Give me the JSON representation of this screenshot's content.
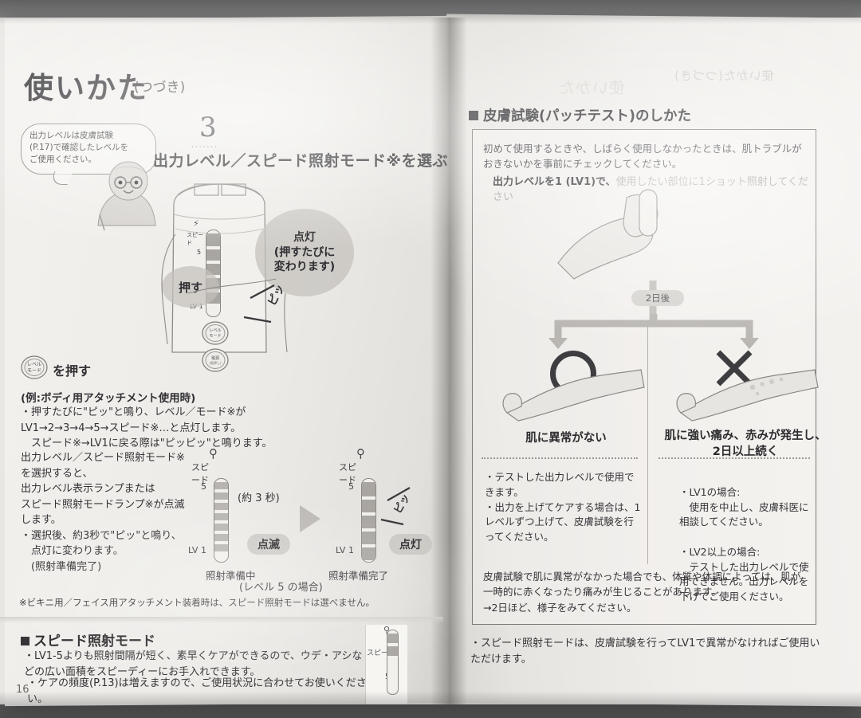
{
  "left_page": {
    "title": "使いかた",
    "title_sub": "(つづき)",
    "speech_bubble": "出力レベルは皮膚試験\n(P.17)で確認したレベルを\nご使用ください。",
    "step_number": "3",
    "step_heading": "出力レベル／スピード照射モード※を選ぶ",
    "callouts": {
      "push": "押す",
      "lights_up": "点灯\n(押すたびに\n変わります)",
      "beep": "ピッ"
    },
    "button_label": "レベル\nモード",
    "push_label": "を押す",
    "example_heading": "(例:ボディ用アタッチメント使用時)",
    "bullet_1": "・押すたびに\"ピッ\"と鳴り、レベル／モード※が LV1→2→3→4→5→スピード※…と点灯します。\n　スピード※→LV1に戻る際は\"ピッピッ\"と鳴ります。",
    "paragraph_2": "出力レベル／スピード照射モード※\nを選択すると、\n出力レベル表示ランプまたは\nスピード照射モードランプ※が点滅\nします。\n・選択後、約3秒で\"ピッ\"と鳴り、\n　点灯に変わります。\n　(照射準備完了)",
    "lamp_left": {
      "speed_label": "スピード",
      "top_label": "5",
      "bottom_label": "LV 1",
      "state": "点滅",
      "caption": "照射準備中"
    },
    "lamp_right": {
      "speed_label": "スピード",
      "top_label": "5",
      "bottom_label": "LV 1",
      "state": "点灯",
      "caption": "照射準備完了",
      "beep": "ピッ"
    },
    "arrow_label": "(約 3 秒)",
    "level_case": "(レベル 5 の場合)",
    "footnote": "※ビキニ用／フェイス用アタッチメント装着時は、スピード照射モードは選べません。",
    "section_heading": "スピード照射モード",
    "section_bullet_1": "・LV1-5よりも照射間隔が短く、素早くケアができるので、ウデ・アシなどの広い面積をスピーディーにお手入れできます。",
    "section_bullet_2": "・ケアの頻度(P.13)は増えますので、ご使用状況に合わせてお使いください。",
    "page_number": "16",
    "side_tab": {
      "speed_label": "スピード",
      "level_label": "5"
    }
  },
  "right_page": {
    "heading": "皮膚試験(パッチテスト)のしかた",
    "intro": "初めて使用するときや、しばらく使用しなかったときは、肌トラブルがおきないかを事前にチェックしてください。",
    "lead_strong": "出力レベルを1 (LV1)で、",
    "lead_rest": "使用したい部位に1ショット照射してください",
    "after_label": "2日後",
    "result_ok": {
      "mark": "○",
      "title": "肌に異常がない",
      "bullets": [
        "・テストした出力レベルで使用できます。",
        "・出力を上げてケアする場合は、1レベルずつ上げて、皮膚試験を行ってください。"
      ]
    },
    "result_ng": {
      "mark": "×",
      "title": "肌に強い痛み、赤みが発生し、\n2日以上続く",
      "bullets": [
        "・LV1の場合:\n　使用を中止し、皮膚科医に相談してください。",
        "・LV2以上の場合:\n　テストした出力レベルで使用できません。出力レベルを下げてご使用ください。"
      ]
    },
    "footer_note": "皮膚試験で肌に異常がなかった場合でも、体質や体調によっては、肌が一時的に赤くなったり痛みが生じることがあります。\n→2日ほど、様子をみてください。",
    "last_bullet": "・スピード照射モードは、皮膚試験を行ってLV1で異常がなければご使用いただけます。",
    "ghost_header": "使いかた(つづき)"
  },
  "colors": {
    "ink": "#38373a",
    "paper": "#f1efec",
    "surface": "#7a7a7a",
    "accent_gray": "#a9a6a2"
  }
}
